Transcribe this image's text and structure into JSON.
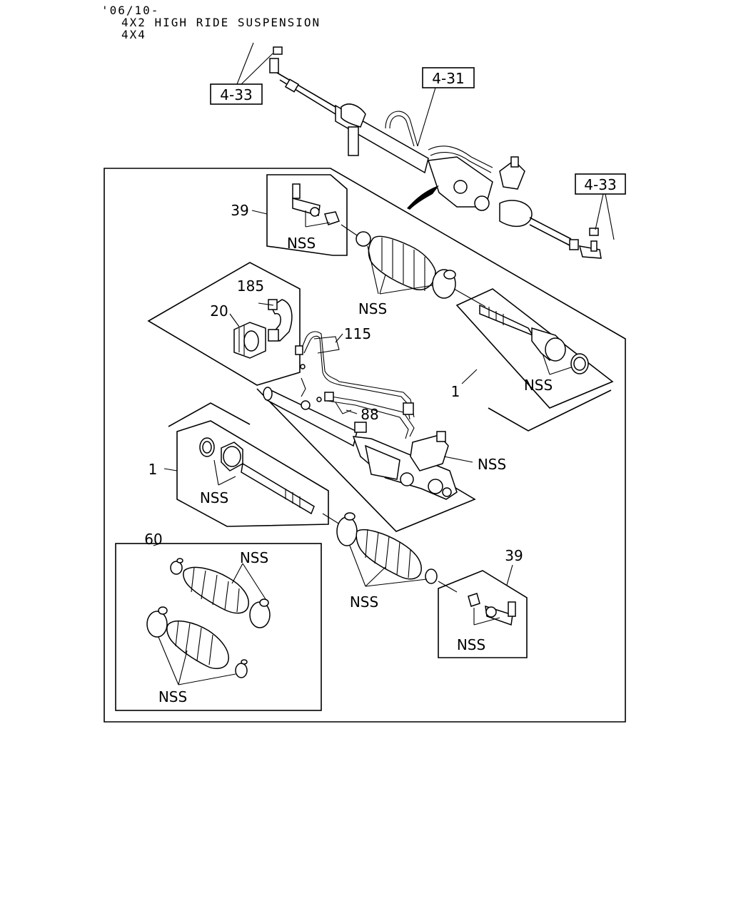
{
  "header": {
    "line1": "'06/10-",
    "line2": "4X2 HIGH RIDE SUSPENSION",
    "line3": "4X4"
  },
  "refs": {
    "ref_433_left": "4-33",
    "ref_431": "4-31",
    "ref_433_right": "4-33"
  },
  "callouts": {
    "c39_top": "39",
    "c185": "185",
    "c20": "20",
    "c115": "115",
    "c88": "88",
    "c1_right": "1",
    "c1_left": "1",
    "c60": "60",
    "c39_bottom": "39"
  },
  "nss_labels": {
    "nss_tierod_top": "NSS",
    "nss_boot_top": "NSS",
    "nss_innerrod_right": "NSS",
    "nss_valve": "NSS",
    "nss_innerrod_left": "NSS",
    "nss_kit_top": "NSS",
    "nss_boot_bottom": "NSS",
    "nss_kit_bottom": "NSS",
    "nss_tierod_bottom": "NSS"
  }
}
